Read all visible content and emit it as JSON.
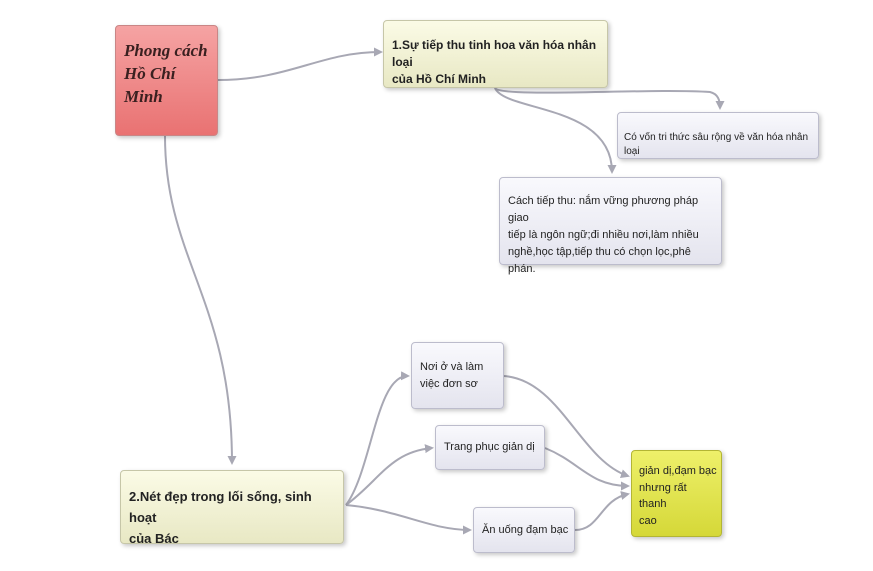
{
  "root": {
    "label": "Phong cách\nHồ Chí Minh"
  },
  "branches": [
    {
      "label": "1.Sự tiếp thu tinh hoa văn hóa nhân loại\ncủa Hồ Chí Minh"
    },
    {
      "label": "2.Nét đẹp trong lối sống, sinh hoạt\ncủa Bác"
    }
  ],
  "sub_nodes": [
    {
      "label": "Có vốn tri thức sâu rộng về văn hóa nhân loại"
    },
    {
      "label": "Cách tiếp thu: nắm vững phương pháp giao\ntiếp là ngôn ngữ;đi nhiều nơi,làm nhiều\nnghề,học tập,tiếp thu có chọn lọc,phê phán."
    },
    {
      "label": "Nơi ở và làm\nviệc đơn sơ"
    },
    {
      "label": "Trang phục giản dị"
    },
    {
      "label": "Ăn uống đạm bạc"
    }
  ],
  "result": {
    "label": "giản dị,đạm bạc\nnhưng rất thanh\ncao"
  },
  "colors": {
    "root": "#ee8080",
    "branch": "#f2f2d6",
    "leaf": "#ececf4",
    "result": "#e3e550",
    "connector": "#a8a8b4"
  }
}
